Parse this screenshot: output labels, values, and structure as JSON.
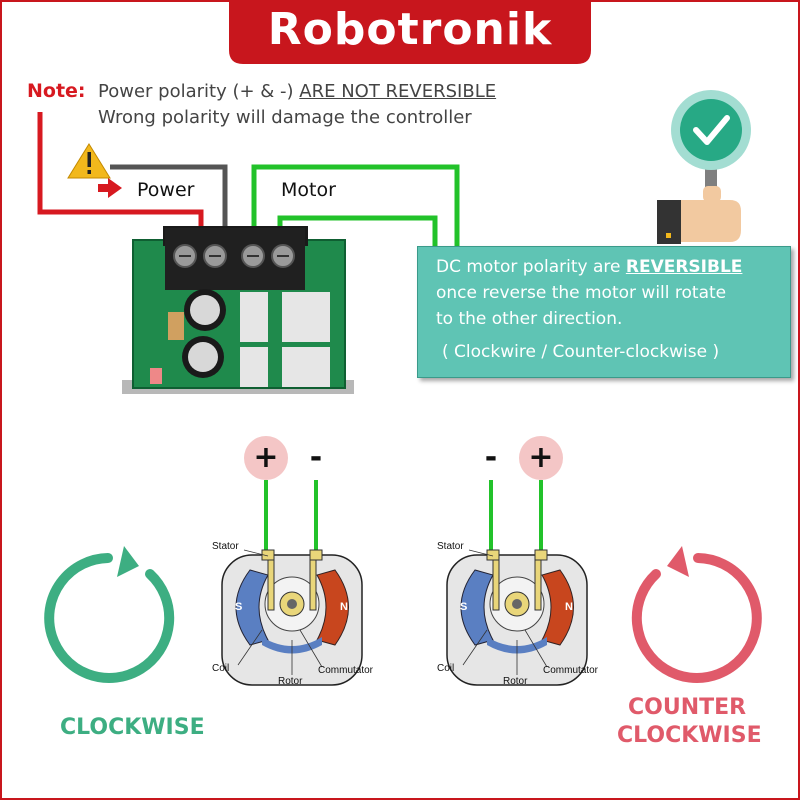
{
  "brand": "Robotronik",
  "note": {
    "label": "Note:",
    "line1_prefix": "Power polarity (+ & -) ",
    "line1_emphasis": "ARE NOT REVERSIBLE",
    "line2": "Wrong polarity will damage the controller"
  },
  "wiring": {
    "power_label": "Power",
    "motor_label": "Motor"
  },
  "info_box": {
    "line1_prefix": "DC motor polarity are ",
    "line1_emphasis": "REVERSIBLE",
    "line2": "once reverse the motor will rotate",
    "line3": "to the other direction.",
    "line4": "( Clockwire / Counter-clockwise )"
  },
  "motor_left": {
    "terminal_left": "+",
    "terminal_right": "-",
    "stator_label": "Stator",
    "coil_label": "Coil",
    "rotor_label": "Rotor",
    "commutator_label": "Commutator",
    "pole_s": "S",
    "pole_n": "N"
  },
  "motor_right": {
    "terminal_left": "-",
    "terminal_right": "+",
    "stator_label": "Stator",
    "coil_label": "Coil",
    "rotor_label": "Rotor",
    "commutator_label": "Commutator",
    "pole_s": "S",
    "pole_n": "N"
  },
  "direction": {
    "clockwise": "CLOCKWISE",
    "counter_line1": "COUNTER",
    "counter_line2": "CLOCKWISE"
  },
  "colors": {
    "brand_red": "#c8161d",
    "note_red": "#d71920",
    "wire_green": "#22c22a",
    "wire_dark": "#555555",
    "info_teal": "#5fc4b4",
    "clockwise_green": "#3dae82",
    "counter_red": "#e05a6a",
    "terminal_pink": "#f4c6c6"
  },
  "icons": [
    "warning-icon",
    "arrow-right-icon",
    "check-icon",
    "thumbs-up-icon",
    "clockwise-arrow-icon",
    "counter-clockwise-arrow-icon"
  ]
}
